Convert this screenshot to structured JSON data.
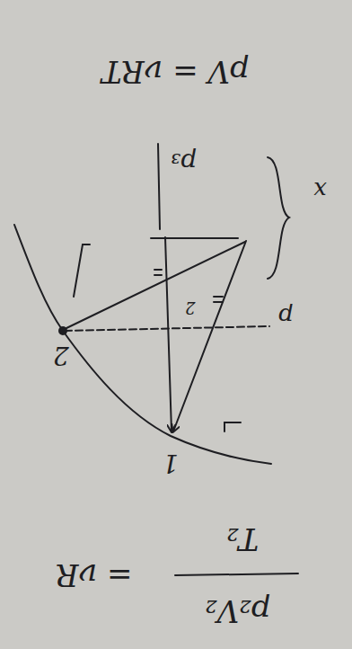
{
  "diagram": {
    "labels": [
      "pV = νRT",
      "p₂V₂",
      "T₂",
      "= νR",
      "1",
      "2",
      "p",
      "p₃",
      "x",
      "2"
    ]
  }
}
